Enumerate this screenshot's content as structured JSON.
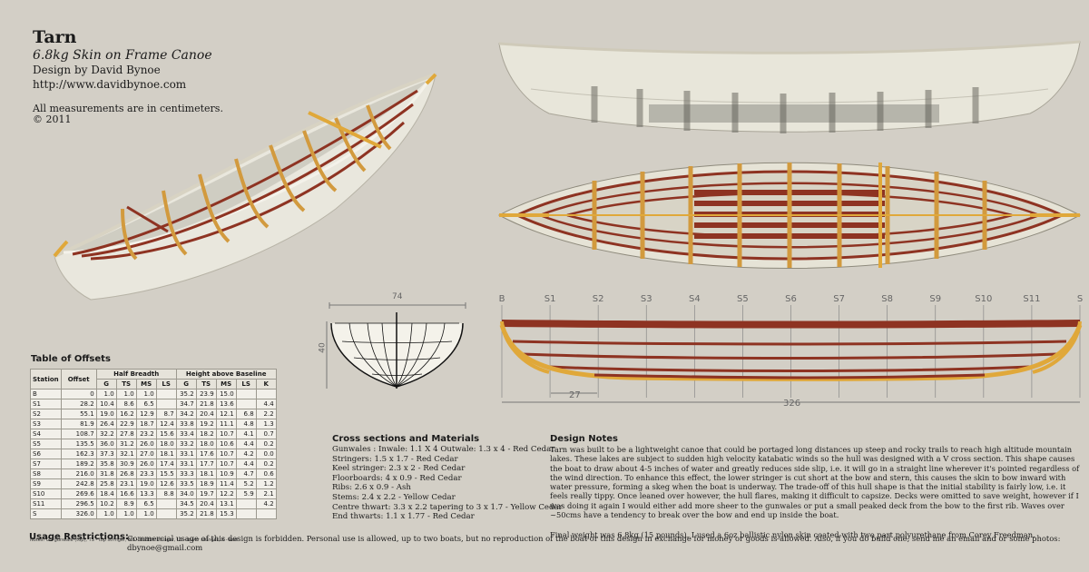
{
  "header": {
    "title": "Tarn",
    "subtitle": "6.8kg Skin on Frame Canoe",
    "designer": "Design by David Bynoe",
    "website": "http://www.davidbynoe.com",
    "measurements_note": "All measurements are in centimeters.",
    "copyright": "© 2011"
  },
  "offsets": {
    "title": "Table of Offsets",
    "col_station": "Station",
    "col_offset": "Offset",
    "group_half_breadth": "Half Breadth",
    "group_height": "Height above Baseline",
    "sub_headers": [
      "G",
      "TS",
      "MS",
      "LS",
      "G",
      "TS",
      "MS",
      "LS",
      "K"
    ],
    "rows": [
      [
        "B",
        "0",
        "1.0",
        "1.0",
        "1.0",
        "",
        "35.2",
        "23.9",
        "15.0",
        "",
        ""
      ],
      [
        "S1",
        "28.2",
        "10.4",
        "8.6",
        "6.5",
        "",
        "34.7",
        "21.8",
        "13.6",
        "",
        "4.4"
      ],
      [
        "S2",
        "55.1",
        "19.0",
        "16.2",
        "12.9",
        "8.7",
        "34.2",
        "20.4",
        "12.1",
        "6.8",
        "2.2"
      ],
      [
        "S3",
        "81.9",
        "26.4",
        "22.9",
        "18.7",
        "12.4",
        "33.8",
        "19.2",
        "11.1",
        "4.8",
        "1.3"
      ],
      [
        "S4",
        "108.7",
        "32.2",
        "27.8",
        "23.2",
        "15.6",
        "33.4",
        "18.2",
        "10.7",
        "4.1",
        "0.7"
      ],
      [
        "S5",
        "135.5",
        "36.0",
        "31.2",
        "26.0",
        "18.0",
        "33.2",
        "18.0",
        "10.6",
        "4.4",
        "0.2"
      ],
      [
        "S6",
        "162.3",
        "37.3",
        "32.1",
        "27.0",
        "18.1",
        "33.1",
        "17.6",
        "10.7",
        "4.2",
        "0.0"
      ],
      [
        "S7",
        "189.2",
        "35.8",
        "30.9",
        "26.0",
        "17.4",
        "33.1",
        "17.7",
        "10.7",
        "4.4",
        "0.2"
      ],
      [
        "S8",
        "216.0",
        "31.8",
        "26.8",
        "23.3",
        "15.5",
        "33.3",
        "18.1",
        "10.9",
        "4.7",
        "0.6"
      ],
      [
        "S9",
        "242.8",
        "25.8",
        "23.1",
        "19.0",
        "12.6",
        "33.5",
        "18.9",
        "11.4",
        "5.2",
        "1.2"
      ],
      [
        "S10",
        "269.6",
        "18.4",
        "16.6",
        "13.3",
        "8.8",
        "34.0",
        "19.7",
        "12.2",
        "5.9",
        "2.1"
      ],
      [
        "S11",
        "296.5",
        "10.2",
        "8.9",
        "6.5",
        "",
        "34.5",
        "20.4",
        "13.1",
        "",
        "4.2"
      ],
      [
        "S",
        "326.0",
        "1.0",
        "1.0",
        "1.0",
        "",
        "35.2",
        "21.8",
        "15.3",
        "",
        ""
      ]
    ],
    "notes": "Notes: G - gunwale (top), TS - top stringer, MS - middle stringer, LS - lower stringer, K - keel"
  },
  "section_view": {
    "width_label": "74",
    "height_label": "40"
  },
  "profile_view": {
    "stations": [
      "B",
      "S1",
      "S2",
      "S3",
      "S4",
      "S5",
      "S6",
      "S7",
      "S8",
      "S9",
      "S10",
      "S11",
      "S"
    ],
    "station_spacing_label": "27",
    "length_label": "326"
  },
  "cross_sections": {
    "title": "Cross sections and Materials",
    "items": [
      "Gunwales : Inwale: 1.1 X 4 Outwale: 1.3 x 4 - Red Cedar",
      "Stringers: 1.5 x 1.7 - Red Cedar",
      "Keel stringer: 2.3 x 2 - Red Cedar",
      "Floorboards: 4 x 0.9 - Red Cedar",
      "Ribs: 2.6 x 0.9 - Ash",
      "Stems: 2.4 x 2.2 - Yellow Cedar",
      "Centre thwart: 3.3 x 2.2 tapering to 3 x 1.7 - Yellow Cedar",
      "End thwarts: 1.1 x 1.77 - Red Cedar"
    ]
  },
  "design_notes": {
    "title": "Design Notes",
    "body": "Tarn was built to be a lightweight canoe that could be portaged long distances up steep and rocky trails to reach high altitude mountain lakes. These lakes are subject to sudden high velocity katabatic winds so the hull was designed with a V cross section. This shape causes the boat to draw about 4-5 inches of water and greatly reduces side slip, i.e. it will go in a straight line wherever it's pointed regardless of the wind direction. To enhance this effect, the lower stringer is cut short at the bow and stern, this causes the skin to bow inward with water pressure, forming a skeg when the boat is underway. The trade-off of this hull shape is that the initial stability is fairly low, i.e. it feels really tippy. Once leaned over however, the hull flares, making it difficult to capsize. Decks were omitted to save weight, however if I was doing it again I would either add more sheer to the gunwales or put a small peaked deck from the bow to the first rib. Waves over ~50cms have a tendency to break over the bow and end up inside the boat.",
    "weight": "Final weight was 6.8kg (15 pounds). I used a 6oz ballistic nylon skin coated with two part polyurethane from Corey Freedman."
  },
  "usage": {
    "label": "Usage Restrictions:",
    "text": "Commercial usage of this design is forbidden. Personal use is allowed, up to two boats, but no reproduction of the boat or this design in exchange for money or goods is allowed. Also, if you do build one, send me an email and or some photos: dbynoe@gmail.com"
  },
  "colors": {
    "background": "#d3cfc6",
    "skin": "#eae8dc",
    "red_cedar": "#8e3322",
    "yellow_cedar": "#e0a83a",
    "ash": "#d29a3e"
  }
}
